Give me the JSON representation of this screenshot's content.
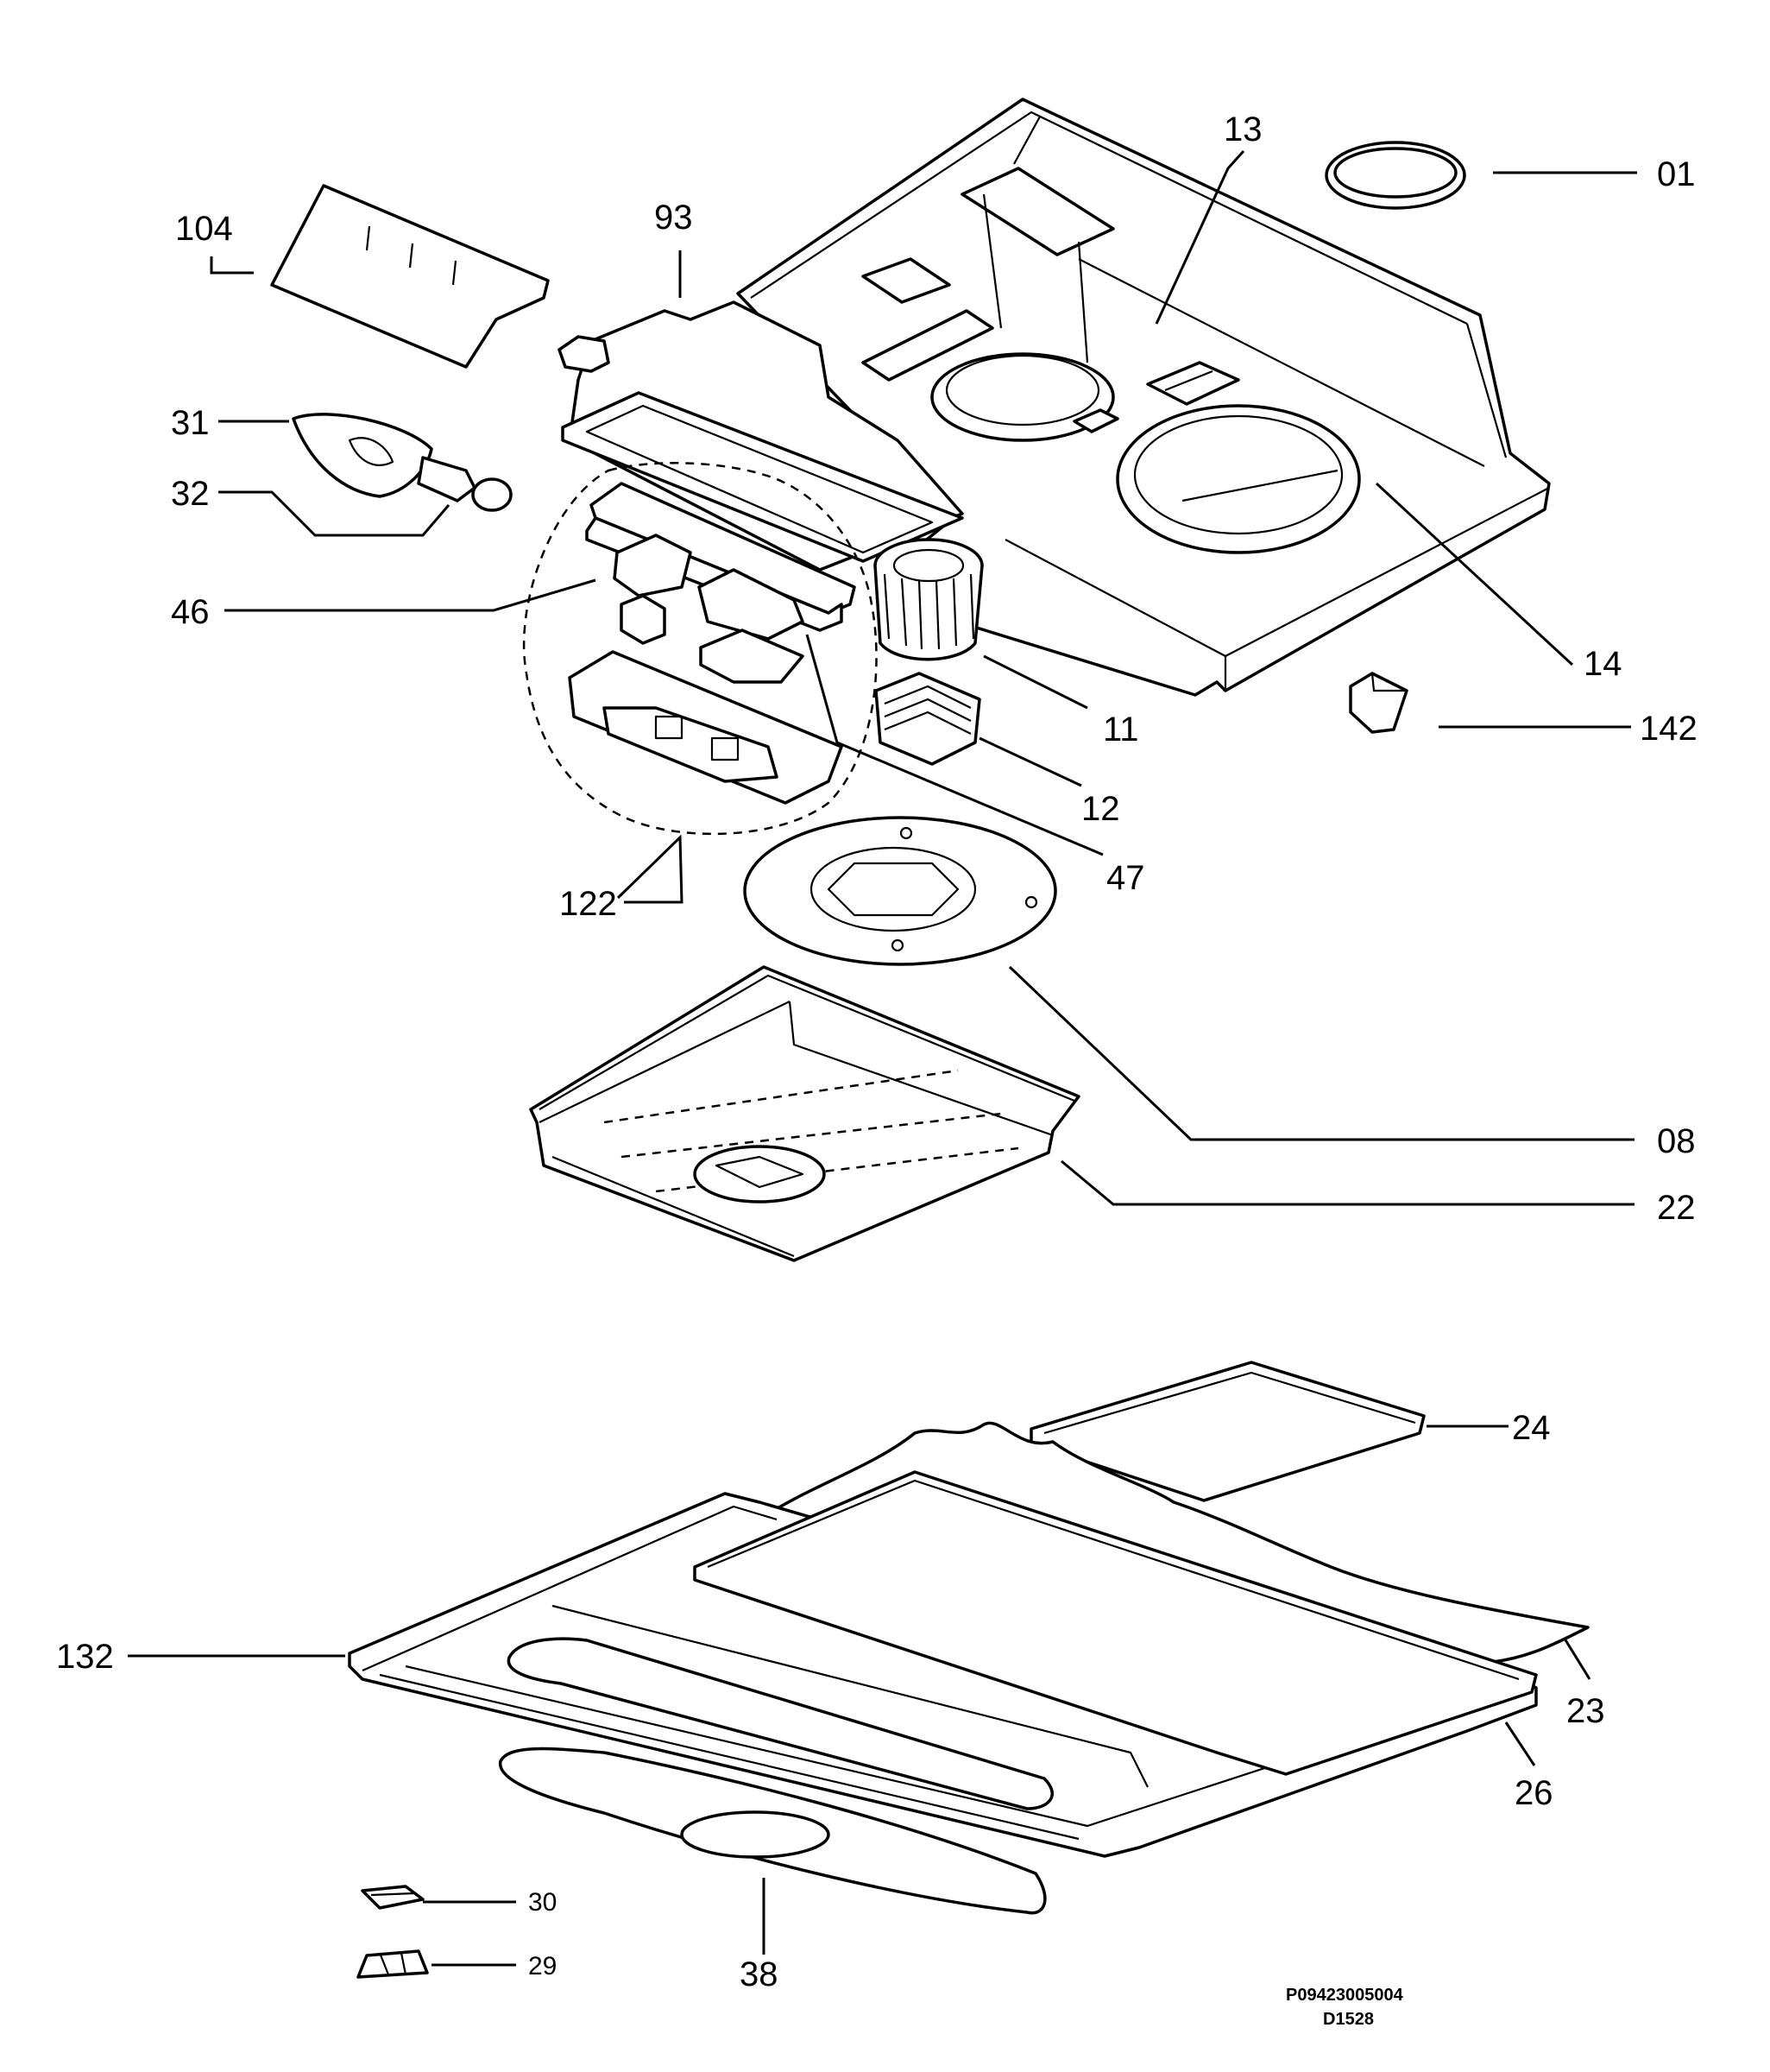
{
  "labels": {
    "p01": "01",
    "p13": "13",
    "p93": "93",
    "p104": "104",
    "p31": "31",
    "p32": "32",
    "p46": "46",
    "p11": "11",
    "p14": "14",
    "p142": "142",
    "p12": "12",
    "p47": "47",
    "p122": "122",
    "p08": "08",
    "p22": "22",
    "p24": "24",
    "p132": "132",
    "p23": "23",
    "p26": "26",
    "p30": "30",
    "p29": "29",
    "p38": "38"
  },
  "codes": {
    "drawing_number": "P09423005004",
    "revision": "D1528"
  }
}
